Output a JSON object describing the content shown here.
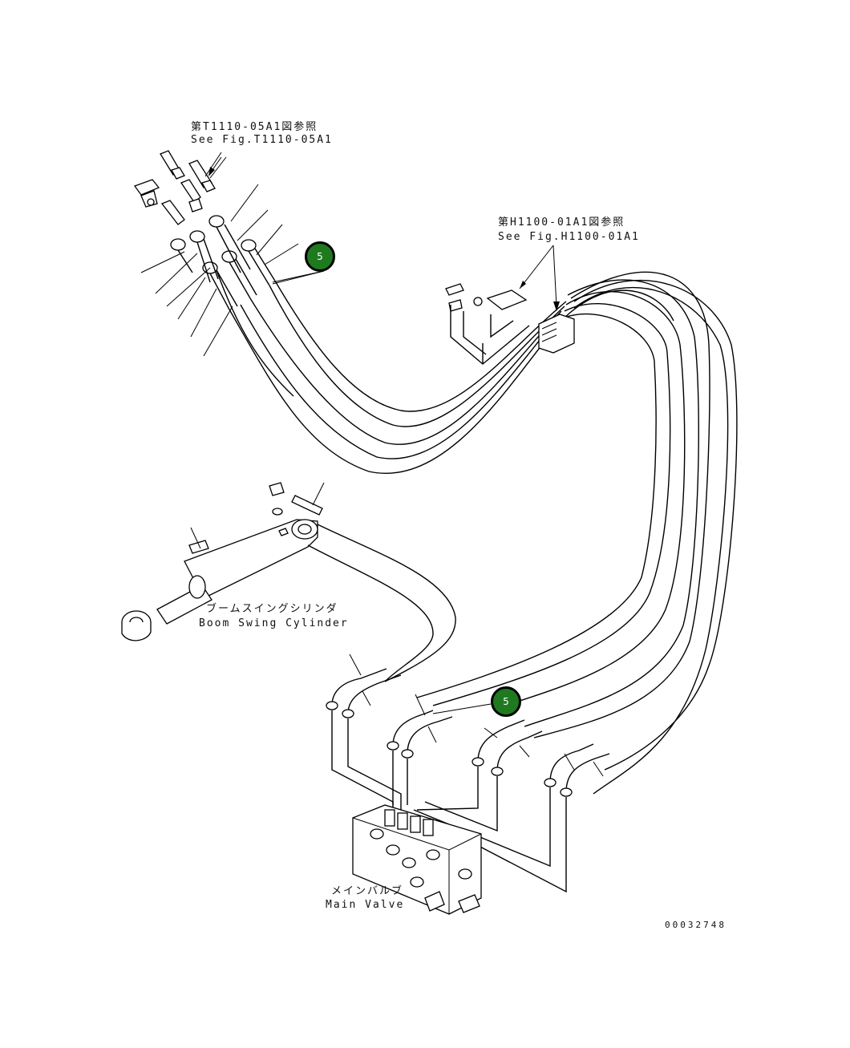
{
  "labels": {
    "ref_top_jp": "第T1110-05A1図参照",
    "ref_top_en": "See Fig.T1110-05A1",
    "ref_right_jp": "第H1100-01A1図参照",
    "ref_right_en": "See Fig.H1100-01A1",
    "cylinder_jp": "ブームスイングシリンダ",
    "cylinder_en": "Boom Swing Cylinder",
    "valve_jp": "メインバルブ",
    "valve_en": "Main Valve",
    "drawing_number": "00032748"
  },
  "callouts": [
    {
      "number": "5"
    },
    {
      "number": "5"
    }
  ],
  "colors": {
    "callout_fill": "#1f7a1f",
    "callout_border": "#000000",
    "line": "#000000",
    "background": "#ffffff"
  }
}
